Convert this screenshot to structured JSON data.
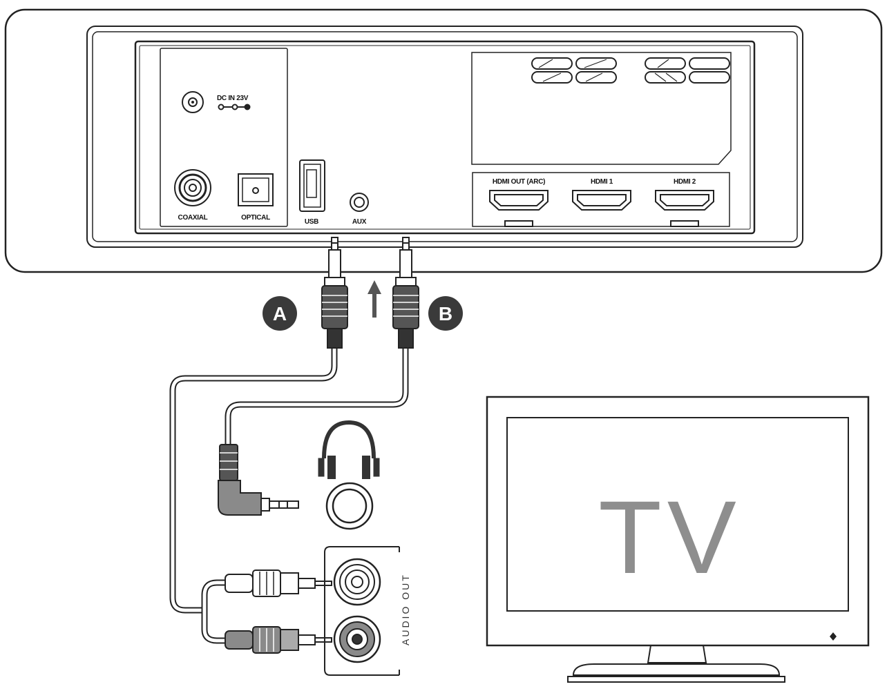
{
  "soundbar": {
    "dc_in_label": "DC IN 23V",
    "ports": {
      "coaxial": "COAXIAL",
      "optical": "OPTICAL",
      "usb": "USB",
      "aux": "AUX",
      "hdmi_out": "HDMI OUT (ARC)",
      "hdmi_1": "HDMI 1",
      "hdmi_2": "HDMI 2"
    }
  },
  "callouts": {
    "a": "A",
    "b": "B"
  },
  "tv": {
    "label": "TV",
    "audio_out_label": "AUDIO OUT"
  }
}
